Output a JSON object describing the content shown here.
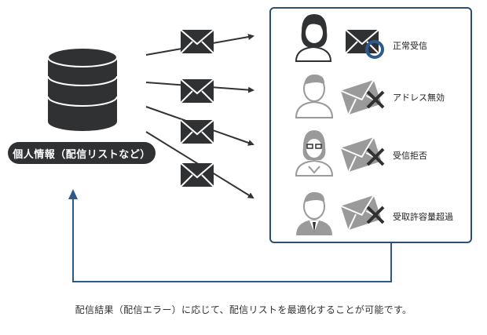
{
  "database": {
    "label": "個人情報（配信リストなど）"
  },
  "results": [
    {
      "label": "正常受信",
      "status": "success"
    },
    {
      "label": "アドレス無効",
      "status": "fail"
    },
    {
      "label": "受信拒否",
      "status": "fail"
    },
    {
      "label": "受取許容量超過",
      "status": "fail"
    }
  ],
  "caption": "配信結果（配信エラー）に応じて、配信リストを最適化することが可能です。",
  "colors": {
    "dark": "#2f3133",
    "accent": "#2d5a8c",
    "gray": "#9a9a9a"
  }
}
